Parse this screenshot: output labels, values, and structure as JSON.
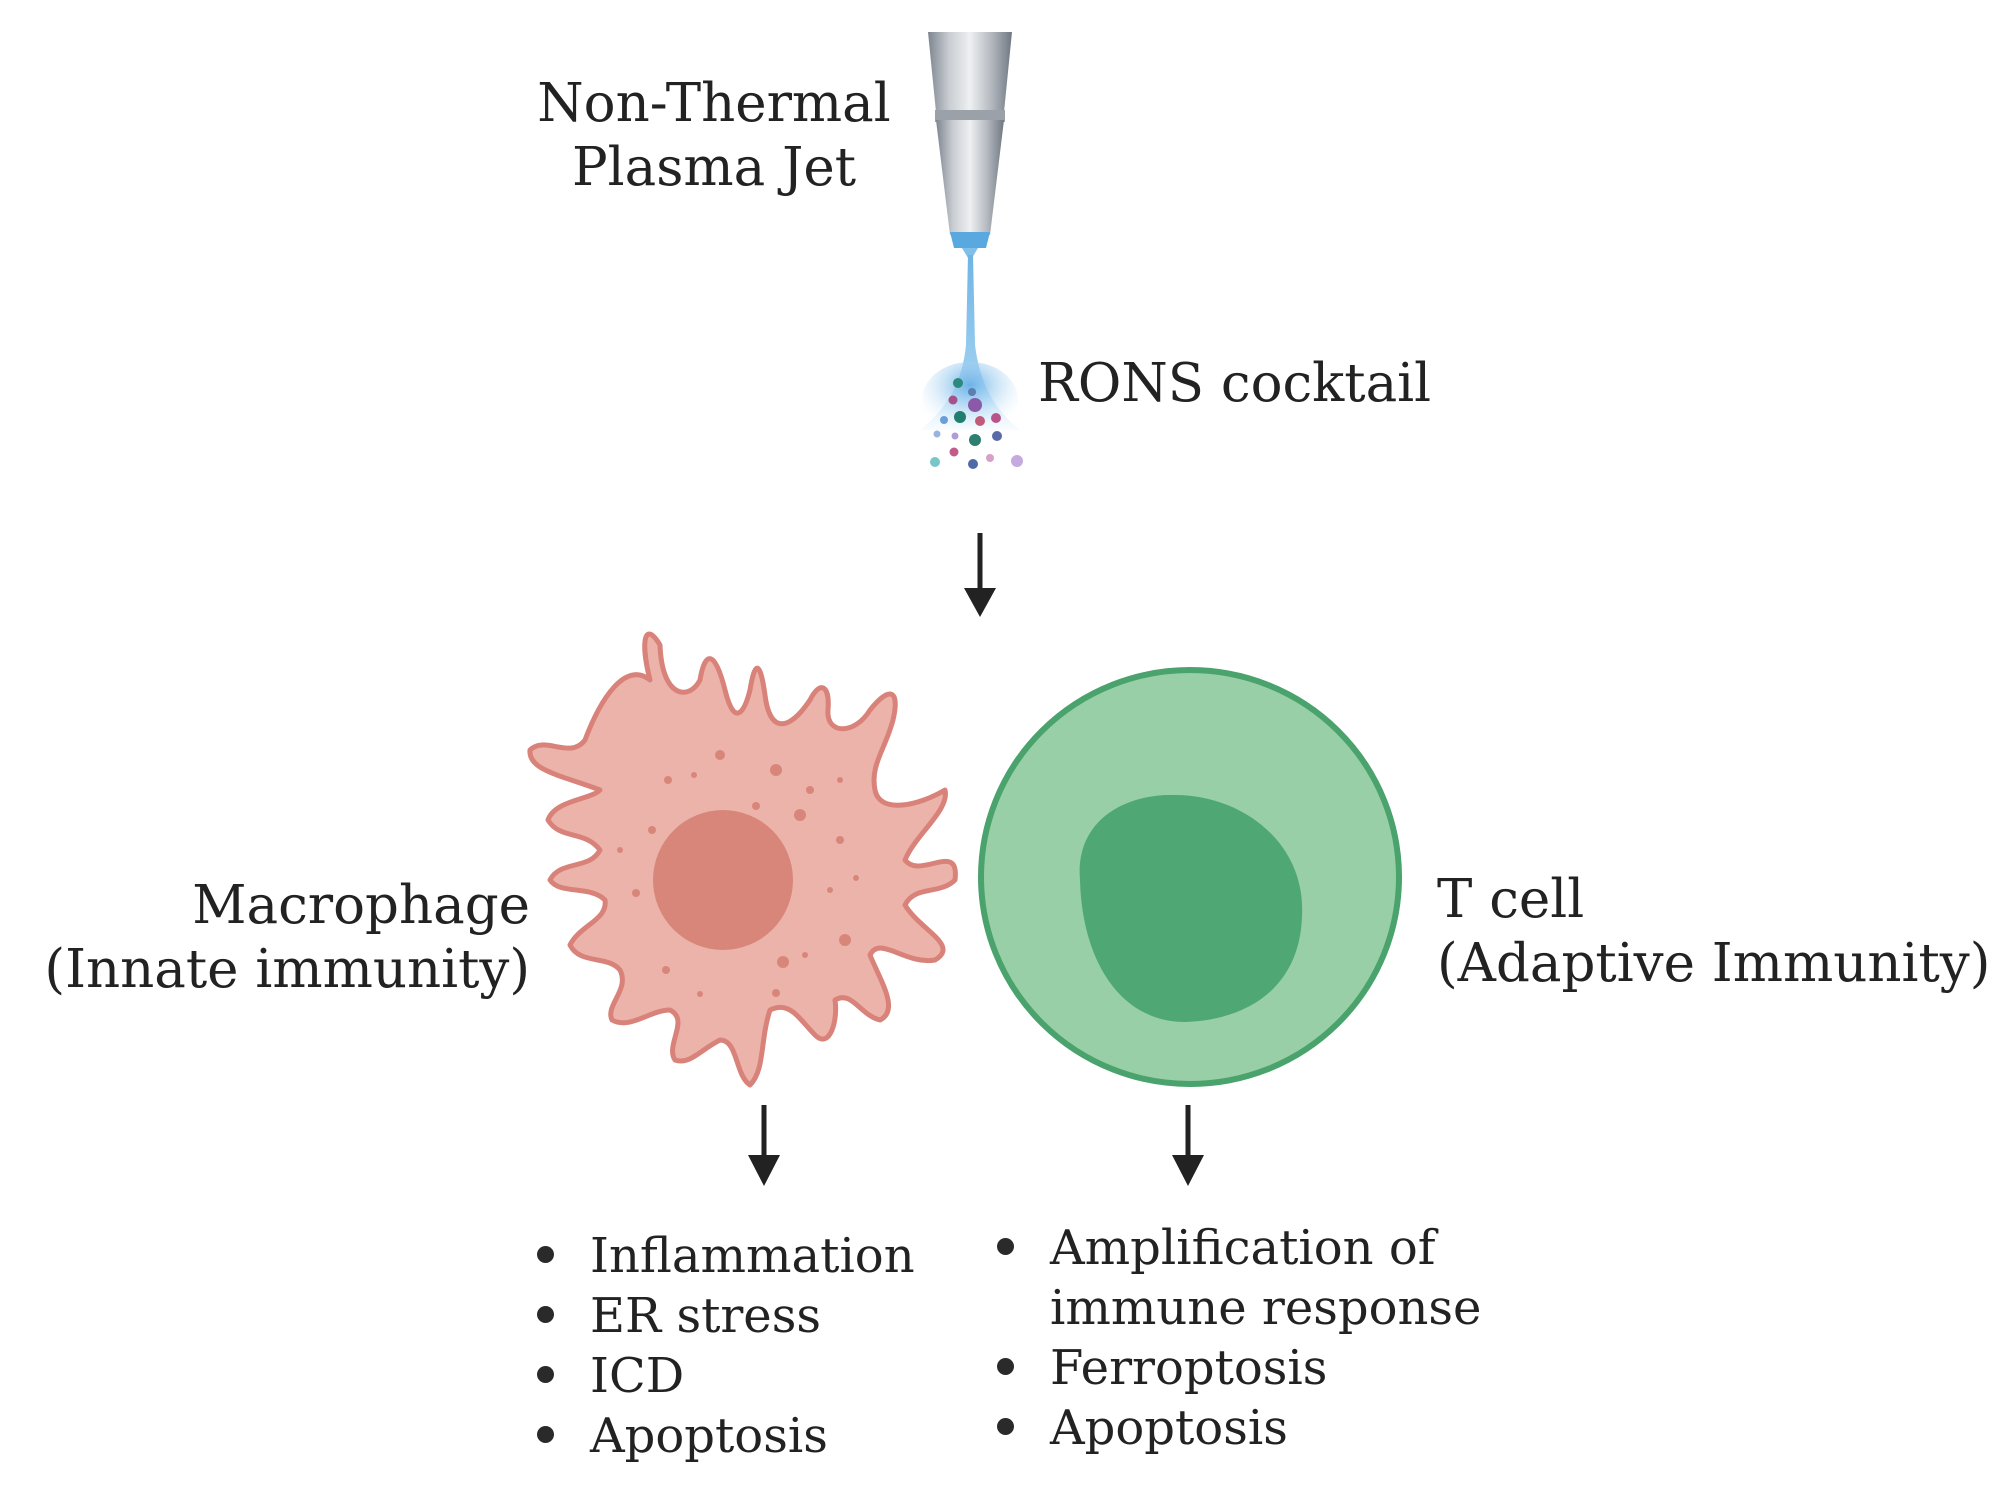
{
  "plasma_jet": {
    "line1": "Non-Thermal",
    "line2": "Plasma Jet"
  },
  "rons": {
    "label": "RONS cocktail"
  },
  "macrophage": {
    "line1": "Macrophage",
    "line2": "(Innate immunity)"
  },
  "tcell": {
    "line1": "T cell",
    "line2": "(Adaptive Immunity)"
  },
  "macrophage_effects": [
    "Inflammation",
    "ER stress",
    "ICD",
    "Apoptosis"
  ],
  "tcell_effects": {
    "first_line1": "Amplification of",
    "first_line2": "immune response",
    "others": [
      "Ferroptosis",
      "Apoptosis"
    ]
  },
  "colors": {
    "macrophage_fill": "#ecb3aa",
    "macrophage_stroke": "#d9827a",
    "macrophage_nucleus": "#d9867a",
    "tcell_fill": "#98cfa6",
    "tcell_stroke": "#4aa26c",
    "tcell_nucleus": "#4fa874",
    "arrow": "#222222",
    "jet_blue": "#7fbfe8"
  },
  "icons": {
    "plasma": "plasma-jet-nozzle-icon",
    "macrophage": "macrophage-cell-icon",
    "tcell": "t-cell-icon"
  }
}
